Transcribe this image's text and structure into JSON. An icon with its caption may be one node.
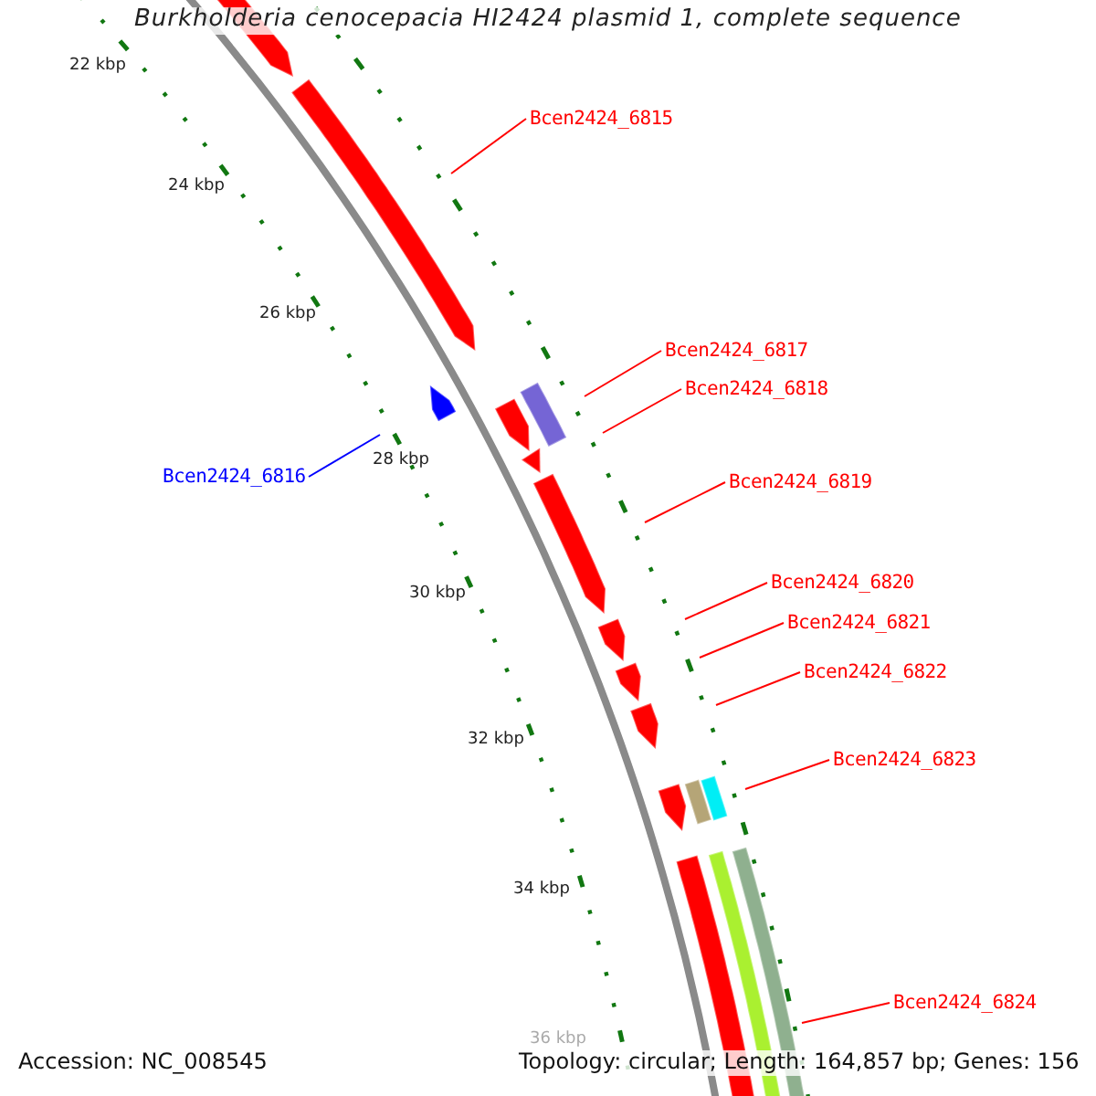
{
  "diagram": {
    "title": "Burkholderia cenocepacia HI2424 plasmid 1, complete sequence",
    "nodes": [
      {
        "text": [
          "Bcen2424_6815"
        ]
      },
      {
        "text": [
          "Bcen2424_6817"
        ]
      },
      {
        "text": [
          "Bcen2424_6818"
        ]
      },
      {
        "text": [
          "Bcen2424_6816"
        ]
      },
      {
        "text": [
          "Bcen2424_6819"
        ]
      },
      {
        "text": [
          "Bcen2424_6820"
        ]
      },
      {
        "text": [
          "Bcen2424_6821"
        ]
      },
      {
        "text": [
          "Bcen2424_6822"
        ]
      },
      {
        "text": [
          "Bcen2424_6823"
        ]
      },
      {
        "text": [
          "Bcen2424_6824"
        ]
      }
    ],
    "edges": [
      {
        "from": 0,
        "to": null,
        "arrow": "none"
      },
      {
        "from": 1,
        "to": null,
        "arrow": "none"
      },
      {
        "from": 2,
        "to": null,
        "arrow": "none"
      },
      {
        "from": 3,
        "to": null,
        "arrow": "none",
        "color": "#0000ff"
      },
      {
        "from": 4,
        "to": null,
        "arrow": "none"
      },
      {
        "from": 5,
        "to": null,
        "arrow": "none"
      },
      {
        "from": 6,
        "to": null,
        "arrow": "none"
      },
      {
        "from": 7,
        "to": null,
        "arrow": "none"
      },
      {
        "from": 8,
        "to": null,
        "arrow": "none"
      },
      {
        "from": 9,
        "to": null,
        "arrow": "none"
      }
    ],
    "labels": [
      "22 kbp",
      "24 kbp",
      "26 kbp",
      "28 kbp",
      "30 kbp",
      "32 kbp",
      "34 kbp",
      "36 kbp",
      "Accession: NC_008545",
      "Topology: circular; Length: 164,857 bp; Genes: 156"
    ]
  }
}
